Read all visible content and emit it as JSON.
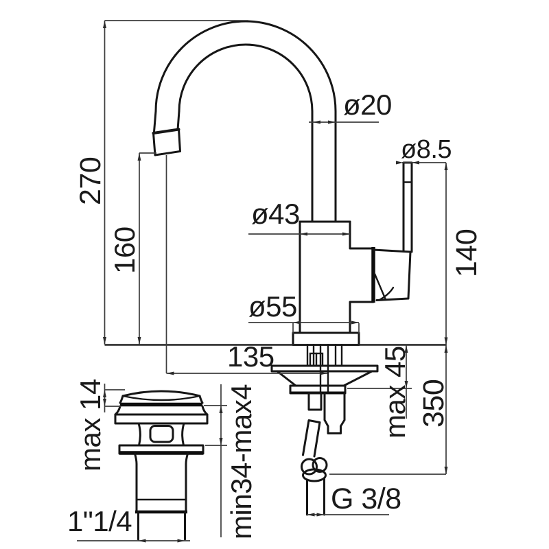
{
  "title": "Single-lever basin mixer tap - technical dimension drawing",
  "colors": {
    "background": "#ffffff",
    "outline": "#161616",
    "dimension_line": "#3d3d3d",
    "text": "#1a1a1a"
  },
  "labels": {
    "spout_tube_diameter": "ø20",
    "lever_rod_diameter": "ø8.5",
    "body_diameter": "ø43",
    "base_flange_diameter": "ø55",
    "spout_reach": "135",
    "total_height": "270",
    "spout_outlet_height": "160",
    "lever_top_height": "140",
    "deck_max_thickness": "max 45",
    "hose_length": "350",
    "drain_cap_height": "max 14",
    "drain_clamp_range": "min34-max4",
    "drain_thread_size": "1\"1/4",
    "hose_thread_size": "G 3/8"
  }
}
